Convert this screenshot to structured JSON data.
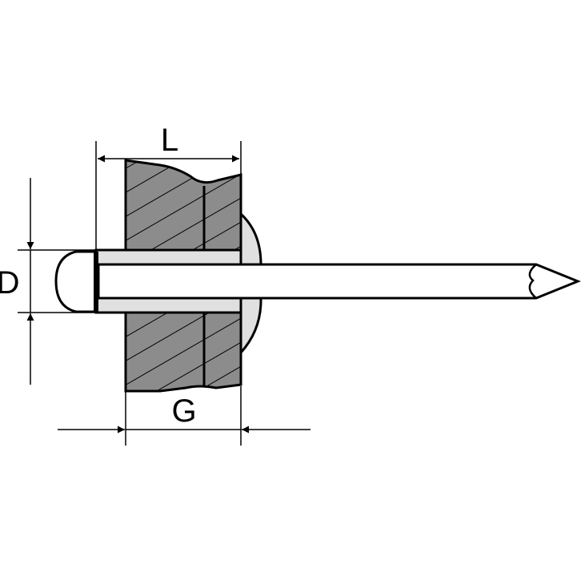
{
  "labels": {
    "length": "L",
    "diameter": "D",
    "grip": "G"
  },
  "colors": {
    "material": "#8c8c8c",
    "rivet_body": "#e0e0e0",
    "line": "#000000",
    "background": "#ffffff"
  }
}
